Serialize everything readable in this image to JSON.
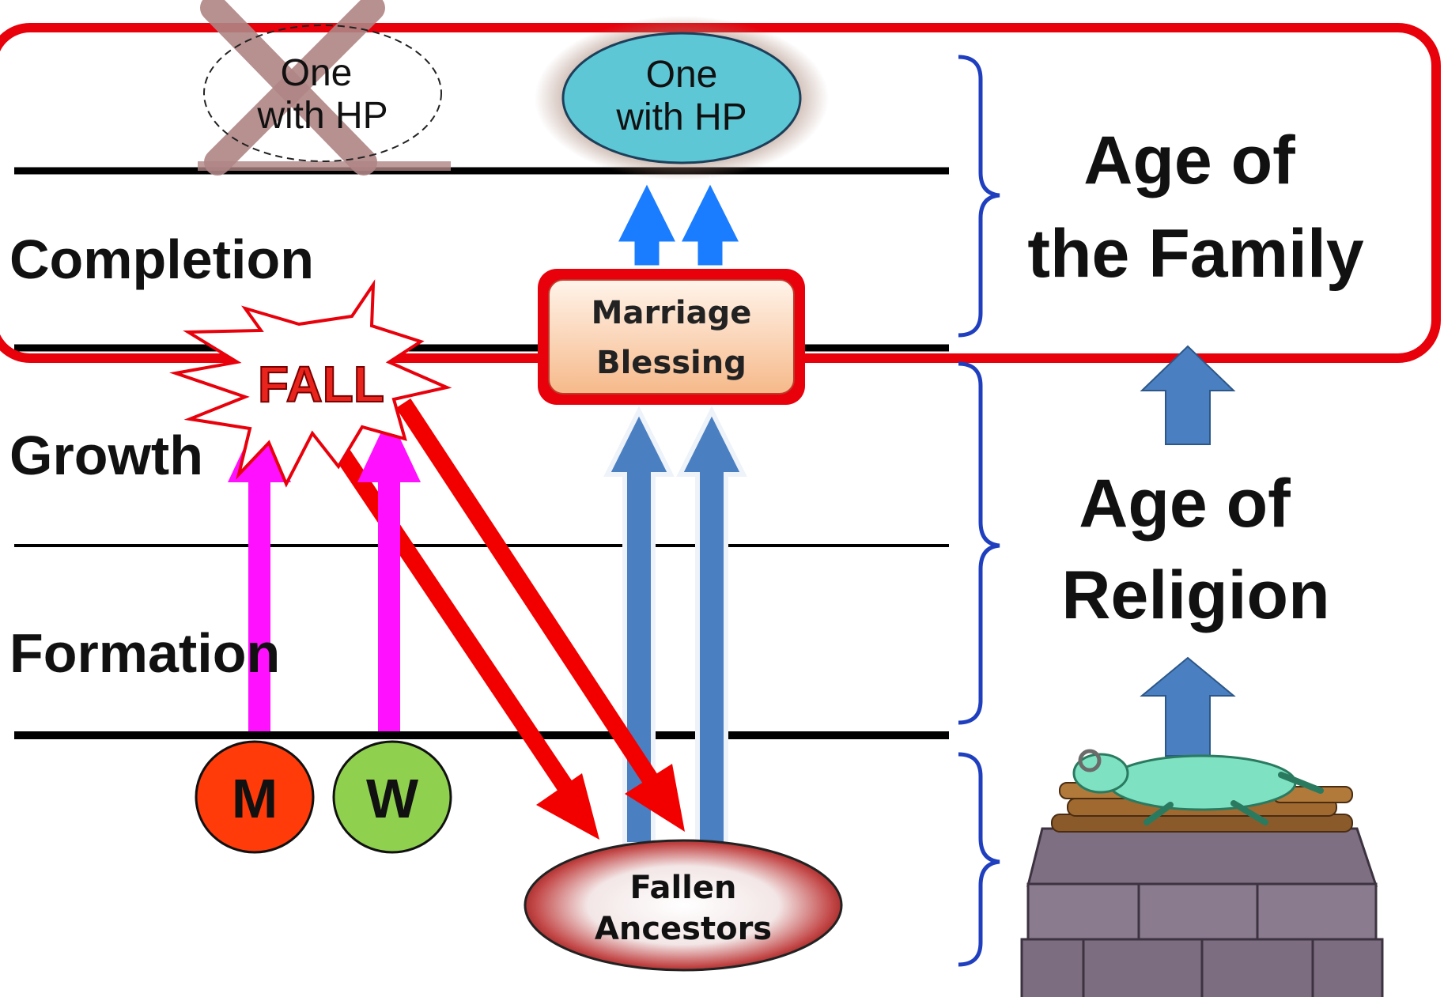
{
  "stages": {
    "completion": "Completion",
    "growth": "Growth",
    "formation": "Formation"
  },
  "ages": {
    "family_line1": "Age of",
    "family_line2": "the Family",
    "religion_line1": "Age of",
    "religion_line2": "Religion"
  },
  "nodes": {
    "ideal_line1": "One",
    "ideal_line2": "with HP",
    "actual_line1": "One",
    "actual_line2": "with HP",
    "blessing_line1": "Marriage",
    "blessing_line2": "Blessing",
    "ancestors_line1": "Fallen",
    "ancestors_line2": "Ancestors",
    "man": "M",
    "woman": "W",
    "fall": "FALL"
  },
  "colors": {
    "frame_red": "#e8000b",
    "bracket_blue": "#1f3fbf",
    "blue_arrow": "#4a7fc1",
    "bright_blue_arrow": "#1a7cff",
    "magenta_arrow": "#ff10ff",
    "red_arrow": "#f20000",
    "ellipse_cyan": "#5ec7d6",
    "man_circle": "#ff3b0a",
    "woman_circle": "#8fd14f"
  },
  "icons": {
    "altar": "sacrifice-altar-icon"
  }
}
